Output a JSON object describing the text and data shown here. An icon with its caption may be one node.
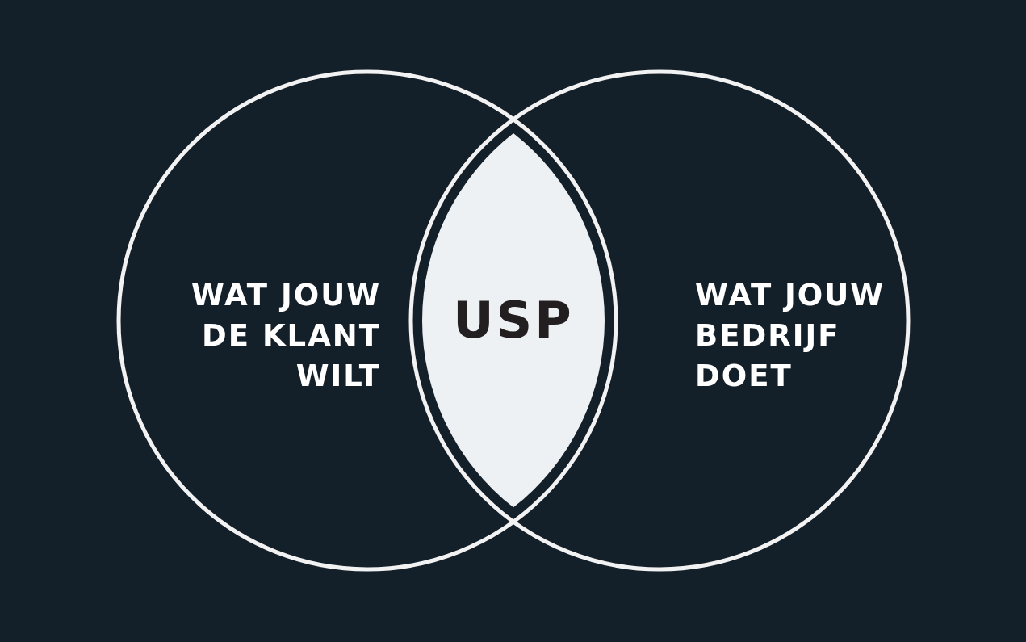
{
  "diagram": {
    "nodes": [
      {
        "text": [
          "WAT JOUW DE KLANT WILT"
        ]
      },
      {
        "text": [
          "USP"
        ]
      },
      {
        "text": [
          "WAT JOUW BEDRIJF DOET"
        ]
      }
    ]
  }
}
